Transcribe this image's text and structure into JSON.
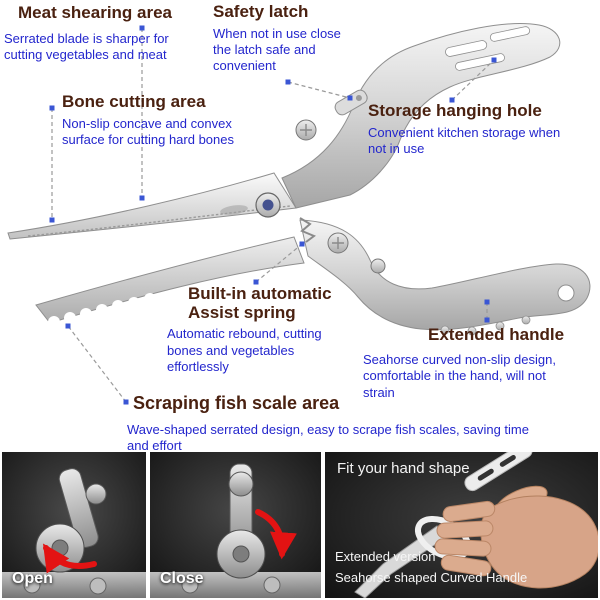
{
  "colors": {
    "description_blue": "#2326cd",
    "title_brown": "#4a2110",
    "marker_blue": "#3a56d4",
    "arrow_red": "#e31313",
    "metal_silver": "#c9c9c9"
  },
  "callouts": [
    {
      "id": "meat-shearing-area",
      "title": "Meat shearing area",
      "desc": "Serrated blade is sharper for cutting vegetables and meat"
    },
    {
      "id": "safety-latch",
      "title": "Safety latch",
      "desc": "When not in use close the latch safe and convenient"
    },
    {
      "id": "bone-cutting-area",
      "title": "Bone cutting area",
      "desc": "Non-slip concave and convex surface for cutting hard bones"
    },
    {
      "id": "storage-hanging-hole",
      "title": "Storage hanging hole",
      "desc": "Convenient kitchen storage when not in use"
    },
    {
      "id": "assist-spring",
      "title": "Built-in automatic Assist spring",
      "desc": "Automatic rebound, cutting bones and vegetables effortlessly"
    },
    {
      "id": "extended-handle",
      "title": "Extended handle",
      "desc": "Seahorse curved non-slip design, comfortable in the hand, will not strain"
    },
    {
      "id": "scraping-fish-scale-area",
      "title": "Scraping fish scale area",
      "desc": "Wave-shaped serrated design, easy to scrape fish scales, saving time and effort"
    }
  ],
  "panels": {
    "open": {
      "label": "Open"
    },
    "close": {
      "label": "Close"
    },
    "fit": {
      "title": "Fit your hand shape",
      "line1": "Extended version",
      "line2": "Seahorse shaped Curved Handle"
    }
  }
}
